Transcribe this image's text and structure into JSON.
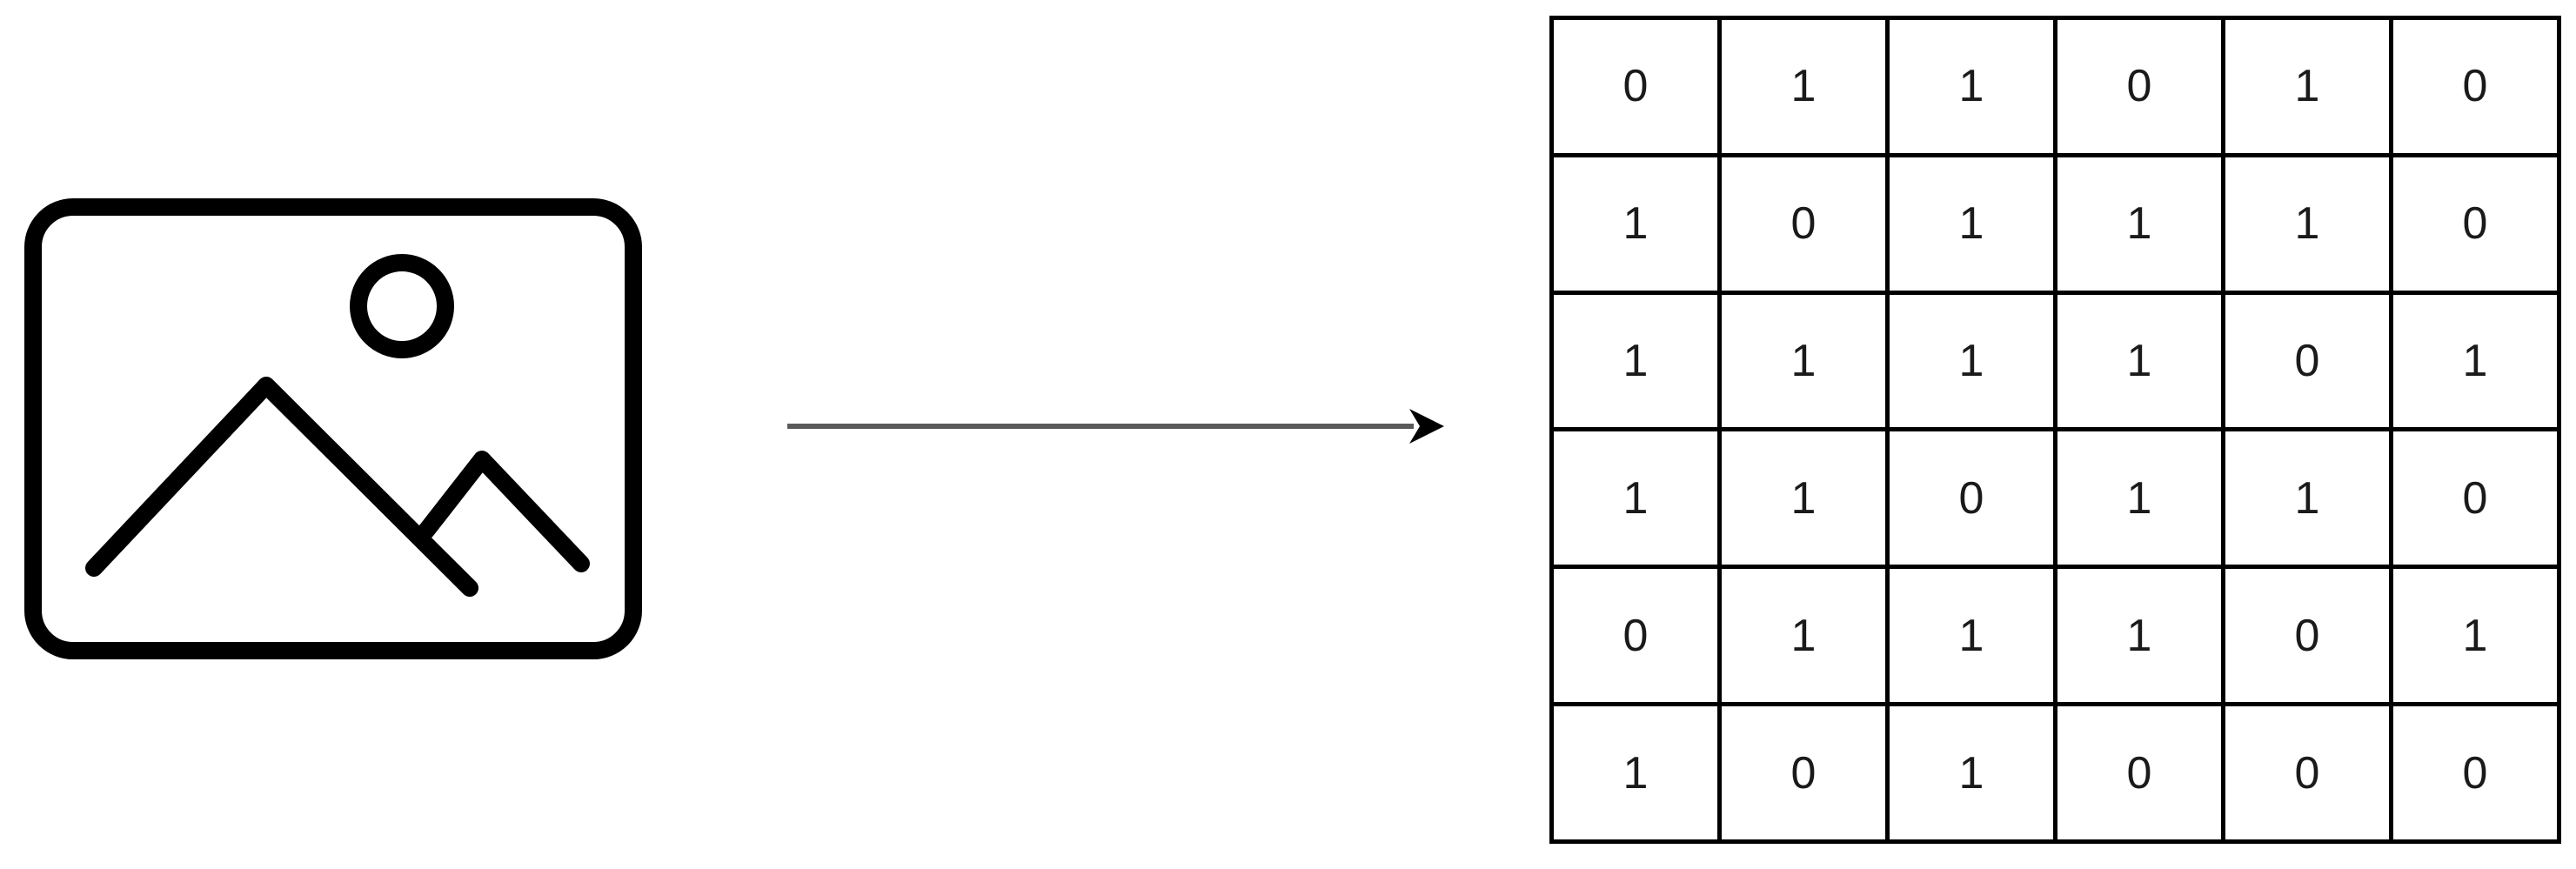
{
  "colors": {
    "icon_stroke": "#000000",
    "arrow": "#595959",
    "grid_line": "#000000",
    "cell_text": "#1a1a1a"
  },
  "source": {
    "icon": "image-icon"
  },
  "connector": {
    "icon": "arrow-right-icon"
  },
  "matrix": {
    "rows": [
      [
        "0",
        "1",
        "1",
        "0",
        "1",
        "0"
      ],
      [
        "1",
        "0",
        "1",
        "1",
        "1",
        "0"
      ],
      [
        "1",
        "1",
        "1",
        "1",
        "0",
        "1"
      ],
      [
        "1",
        "1",
        "0",
        "1",
        "1",
        "0"
      ],
      [
        "0",
        "1",
        "1",
        "1",
        "0",
        "1"
      ],
      [
        "1",
        "0",
        "1",
        "0",
        "0",
        "0"
      ]
    ]
  }
}
